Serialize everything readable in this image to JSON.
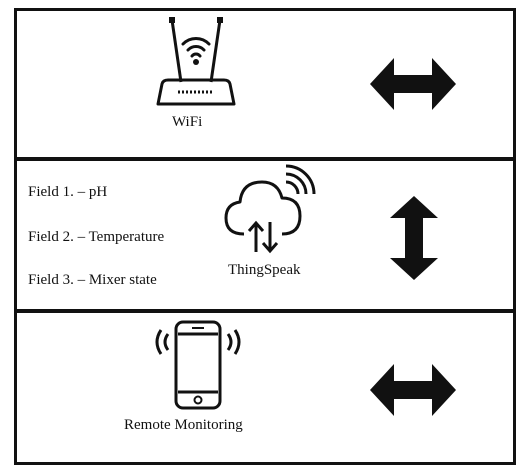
{
  "wifi": {
    "label": "WiFi",
    "icon": "wifi-router-icon"
  },
  "cloud": {
    "label": "ThingSpeak",
    "icon": "cloud-sync-icon",
    "fields": [
      "Field 1. – pH",
      "Field 2. – Temperature",
      "Field 3. – Mixer state"
    ]
  },
  "remote": {
    "label": "Remote Monitoring",
    "icon": "smartphone-signal-icon"
  },
  "arrows": [
    "double-arrow-horizontal-icon",
    "double-arrow-vertical-icon",
    "double-arrow-horizontal-icon"
  ]
}
